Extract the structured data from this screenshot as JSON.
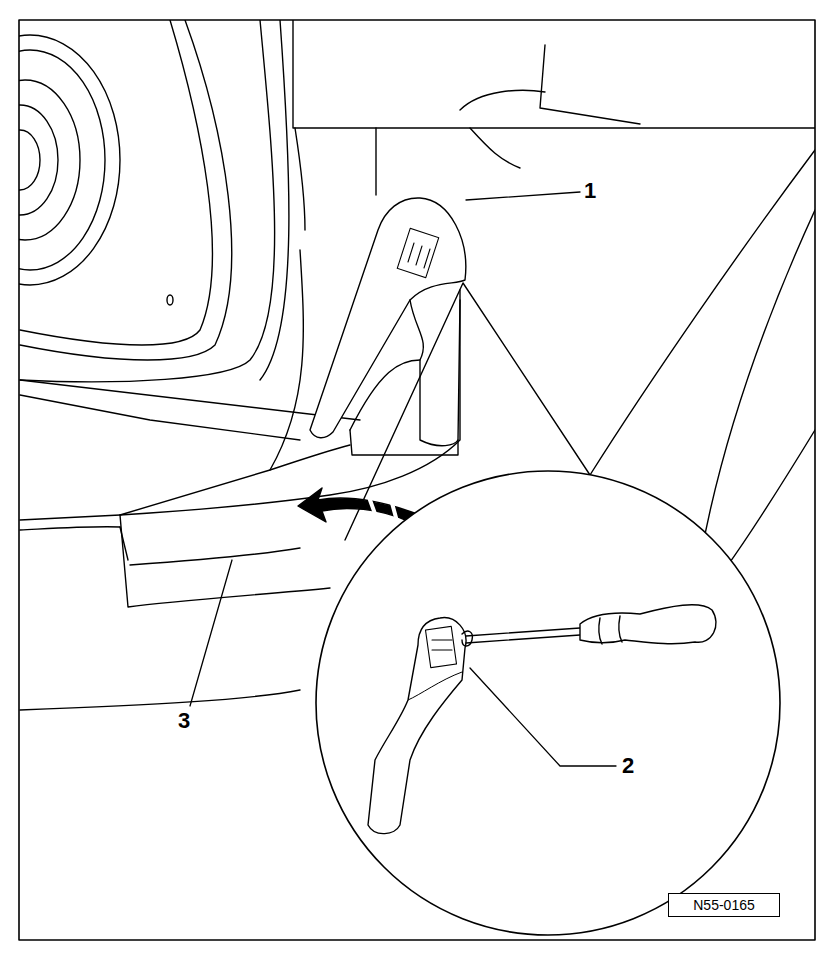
{
  "diagram": {
    "nodes": [
      {
        "text": [
          "N55-0165"
        ]
      }
    ],
    "labels": [
      "1",
      "2",
      "3"
    ]
  }
}
